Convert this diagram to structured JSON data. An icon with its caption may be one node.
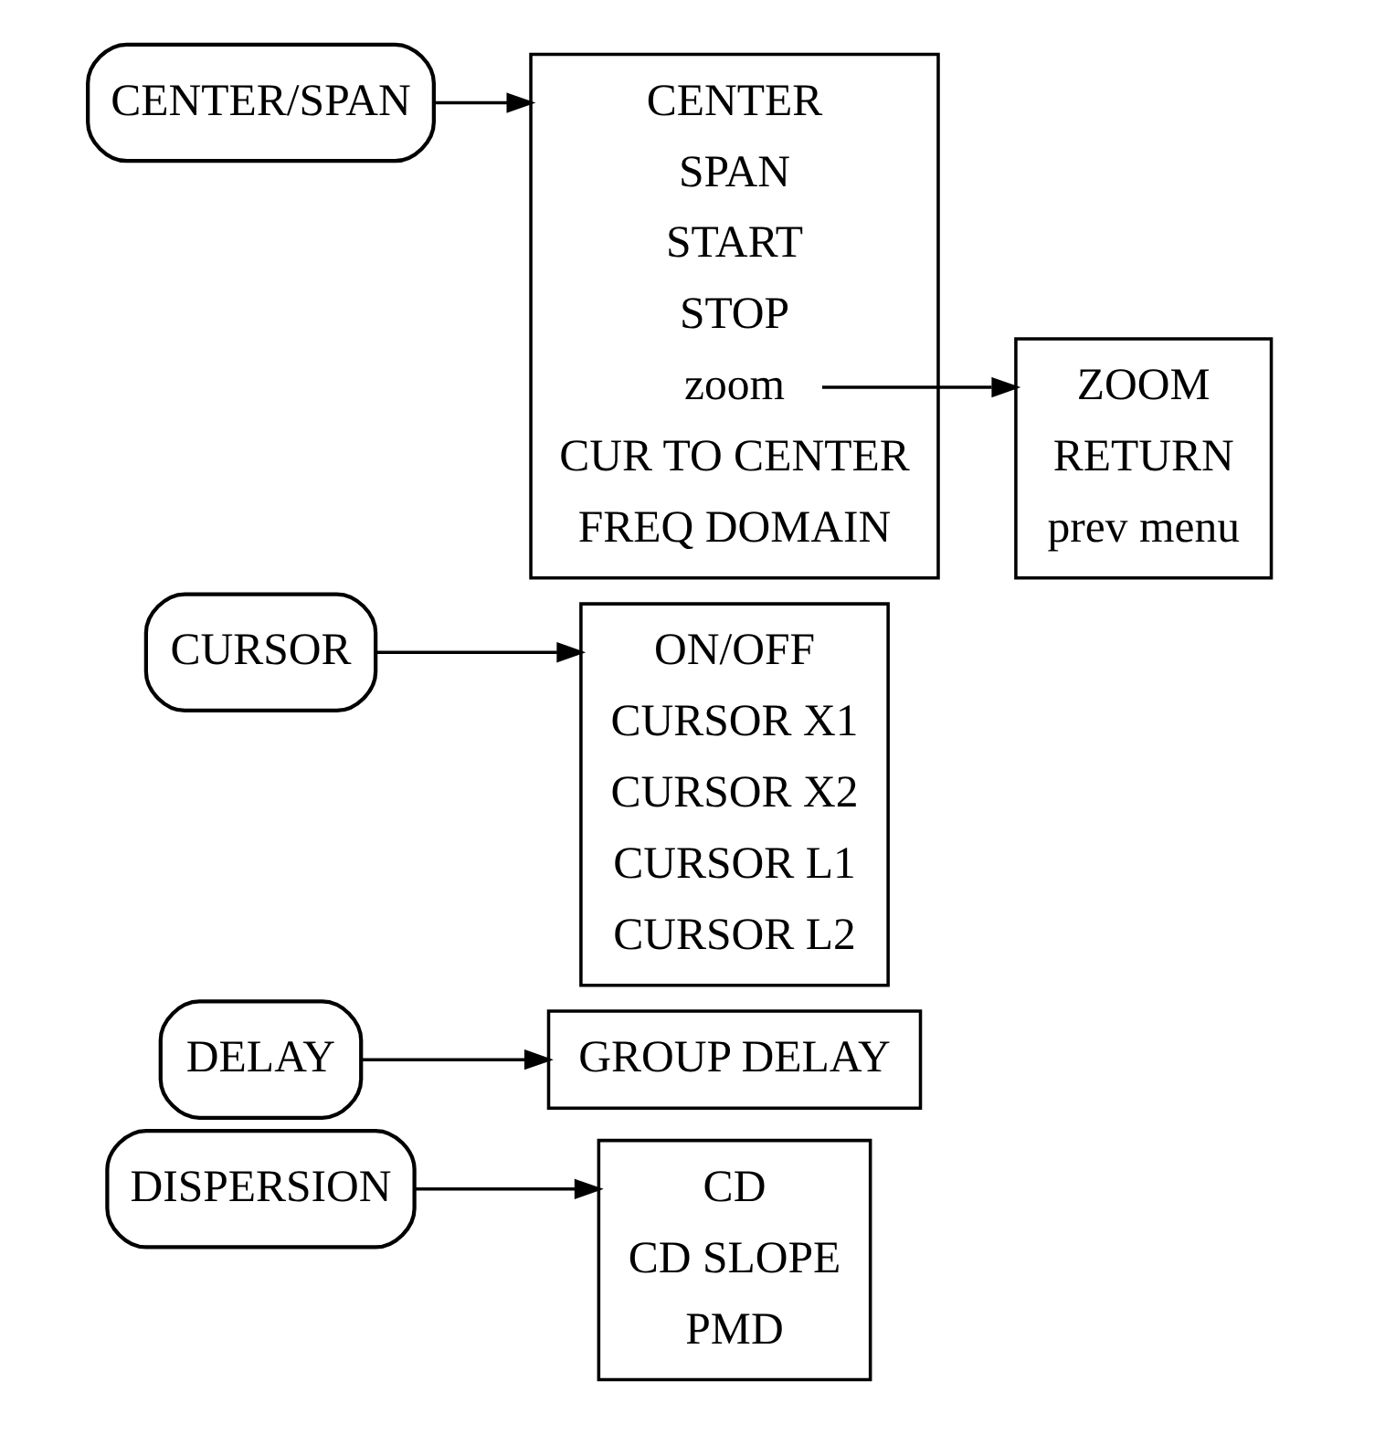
{
  "diagram": {
    "nodes": [
      {
        "text": [
          "CENTER/SPAN"
        ]
      },
      {
        "text": [],
        "shape": "bracket"
      },
      {
        "text": [
          "CENTER"
        ],
        "in": 1
      },
      {
        "text": [
          "SPAN"
        ],
        "in": 1
      },
      {
        "text": [
          "START"
        ],
        "in": 1
      },
      {
        "text": [
          "STOP"
        ],
        "in": 1
      },
      {
        "text": [
          "zoom"
        ],
        "in": 1
      },
      {
        "text": [
          "CUR TO CENTER"
        ],
        "in": 1
      },
      {
        "text": [
          "FREQ DOMAIN"
        ],
        "in": 1
      },
      {
        "text": [],
        "shape": "bracket"
      },
      {
        "text": [
          "ZOOM"
        ],
        "in": 9
      },
      {
        "text": [
          "RETURN"
        ],
        "in": 9
      },
      {
        "text": [
          "prev menu"
        ],
        "in": 9
      },
      {
        "text": [
          "CURSOR"
        ]
      },
      {
        "text": [],
        "shape": "bracket"
      },
      {
        "text": [
          "ON/OFF"
        ],
        "in": 14
      },
      {
        "text": [
          "CURSOR X1"
        ],
        "in": 14
      },
      {
        "text": [
          "CURSOR X2"
        ],
        "in": 14
      },
      {
        "text": [
          "CURSOR L1"
        ],
        "in": 14
      },
      {
        "text": [
          "CURSOR L2"
        ],
        "in": 14
      },
      {
        "text": [
          "DELAY"
        ]
      },
      {
        "text": [],
        "shape": "bracket"
      },
      {
        "text": [
          "GROUP DELAY"
        ],
        "in": 21
      },
      {
        "text": [
          "DISPERSION"
        ]
      },
      {
        "text": [],
        "shape": "bracket"
      },
      {
        "text": [
          "CD"
        ],
        "in": 24
      },
      {
        "text": [
          "CD SLOPE"
        ],
        "in": 24
      },
      {
        "text": [
          "PMD"
        ],
        "in": 24
      }
    ],
    "edges": [
      {
        "from": 0,
        "to": 1,
        "arrow": "to"
      },
      {
        "from": 6,
        "to": 9,
        "arrow": "to"
      },
      {
        "from": 13,
        "to": 14,
        "arrow": "to"
      },
      {
        "from": 20,
        "to": 21,
        "arrow": "to"
      },
      {
        "from": 23,
        "to": 24,
        "arrow": "to"
      }
    ]
  }
}
